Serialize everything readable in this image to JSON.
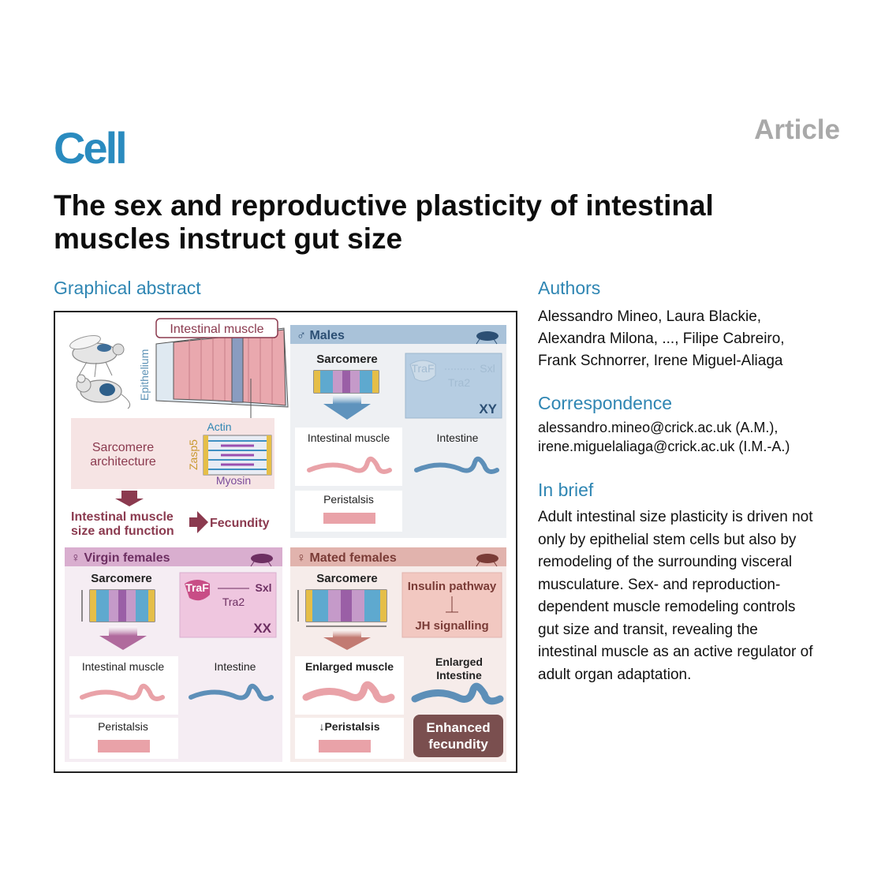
{
  "journal": "Cell",
  "article_type": "Article",
  "title_line1": "The sex and reproductive plasticity of intestinal",
  "title_line2": "muscles instruct gut size",
  "graphical_abstract_heading": "Graphical abstract",
  "authors_heading": "Authors",
  "authors_lines": [
    "Alessandro Mineo, Laura Blackie,",
    "Alexandra Milona, ..., Filipe Cabreiro,",
    "Frank Schnorrer, Irene Miguel-Aliaga"
  ],
  "correspondence_heading": "Correspondence",
  "correspondence_lines": [
    "alessandro.mineo@crick.ac.uk (A.M.),",
    "irene.miguelaliaga@crick.ac.uk (I.M.-A.)"
  ],
  "in_brief_heading": "In brief",
  "in_brief_lines": [
    "Adult intestinal size plasticity is driven not",
    "only by epithelial stem cells but also by",
    "remodeling of the surrounding visceral",
    "musculature. Sex- and reproduction-",
    "dependent muscle remodeling controls",
    "gut size and transit, revealing the",
    "intestinal muscle as an active regulator of",
    "adult organ adaptation."
  ],
  "abstract": {
    "intestinal_muscle": "Intestinal muscle",
    "epithelium": "Epithelium",
    "sarcomere_arch_1": "Sarcomere",
    "sarcomere_arch_2": "architecture",
    "actin": "Actin",
    "zasp5": "Zasp5",
    "myosin": "Myosin",
    "size_function_1": "Intestinal muscle",
    "size_function_2": "size and function",
    "fecundity": "Fecundity",
    "males": {
      "heading": "♂ Males",
      "sarcomere": "Sarcomere",
      "traf": "TraF",
      "sxl": "Sxl",
      "tra2": "Tra2",
      "chrom": "XY",
      "muscle": "Intestinal muscle",
      "intestine": "Intestine",
      "peristalsis": "Peristalsis"
    },
    "virgin": {
      "heading": "♀ Virgin females",
      "sarcomere": "Sarcomere",
      "traf": "TraF",
      "sxl": "Sxl",
      "tra2": "Tra2",
      "chrom": "XX",
      "muscle": "Intestinal muscle",
      "intestine": "Intestine",
      "peristalsis": "Peristalsis"
    },
    "mated": {
      "heading": "♀ Mated females",
      "sarcomere": "Sarcomere",
      "insulin": "Insulin pathway",
      "jh": "JH signalling",
      "muscle": "Enlarged muscle",
      "intestine_1": "Enlarged",
      "intestine_2": "Intestine",
      "peristalsis": "↓Peristalsis",
      "fecundity_1": "Enhanced",
      "fecundity_2": "fecundity"
    }
  },
  "colors": {
    "cell_blue": "#2a8bbf",
    "heading_blue": "#2f86b3",
    "muscle_red": "#8b3a4f",
    "male_blue": "#a9c2d9",
    "virgin_pink": "#d9aecf",
    "mated_rose": "#e1b3ad",
    "fecundity_brown": "#7a4f4f"
  }
}
